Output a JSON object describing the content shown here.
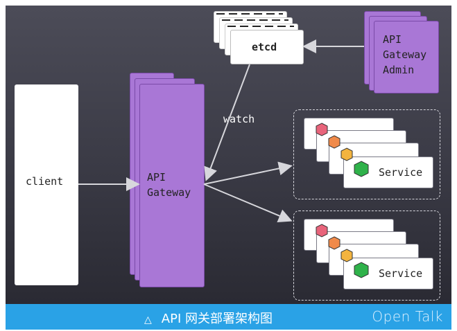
{
  "nodes": {
    "client": "client",
    "gateway": [
      "API",
      "Gateway"
    ],
    "etcd": "etcd",
    "admin": [
      "API",
      "Gateway",
      "Admin"
    ],
    "watch": "watch",
    "service_top": "Service",
    "service_bottom": "Service"
  },
  "caption": {
    "icon": "triangle-icon",
    "text": "API 网关部署架构图",
    "brand": "Open Talk"
  },
  "colors": {
    "background": "#3f3f4a",
    "caption_bar": "#2aa2e6",
    "purple": "#a977d6",
    "service_hex": "#2fb24a",
    "hex_colors": [
      "#e8647b",
      "#f08a4a",
      "#f3b43f",
      "#2fb24a"
    ]
  }
}
